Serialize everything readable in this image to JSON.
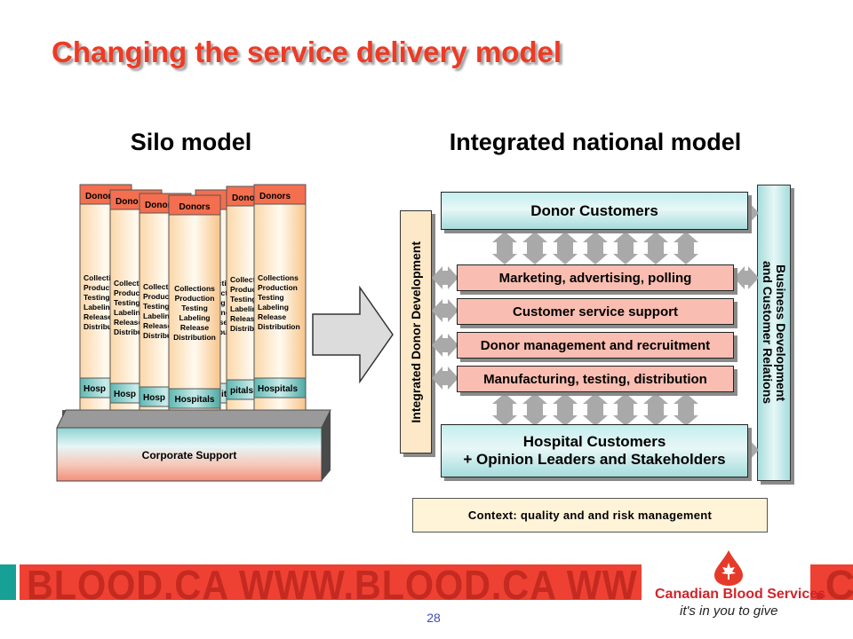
{
  "slide": {
    "title": "Changing the service delivery model",
    "page_number": "28"
  },
  "silo": {
    "heading": "Silo model",
    "column_top_label": "Donors",
    "column_top_partial": [
      "Donors",
      "Dono",
      "Donors",
      "nors",
      "Donors"
    ],
    "column_mid_lines": [
      "Collections",
      "Production",
      "Testing",
      "Labeling",
      "Release",
      "Distribution"
    ],
    "column_bottom_label": "Hospitals",
    "column_bottom_partial": [
      "Hosp",
      "Hosp",
      "Hosp",
      "Hospitals",
      "pitals",
      "Hospitals",
      "pitals"
    ],
    "base_label": "Corporate Support"
  },
  "integrated": {
    "heading": "Integrated national model",
    "donor_customers": "Donor Customers",
    "functions": [
      "Marketing, advertising, polling",
      "Customer service support",
      "Donor management and recruitment",
      "Manufacturing, testing, distribution"
    ],
    "hospital_customers_line1": "Hospital Customers",
    "hospital_customers_line2": "+ Opinion Leaders and Stakeholders",
    "left_bar": "Integrated Donor Development",
    "right_bar_line1": "Business Development",
    "right_bar_line2": "and Customer Relations",
    "context": "Context: quality and and risk management"
  },
  "footer": {
    "banner_text": "BLOOD.CA WWW.BLOOD.CA WW",
    "banner_tail": ".C",
    "brand_name": "Canadian Blood Services",
    "tagline": "it's in you to give"
  },
  "colors": {
    "title": "#ee3a24",
    "banner": "#ee4133",
    "teal_box": "#c4eeee",
    "pink_box": "#f9bdb1",
    "arrow_gray": "#a9a9a9",
    "context_bg": "#fff3d8"
  }
}
